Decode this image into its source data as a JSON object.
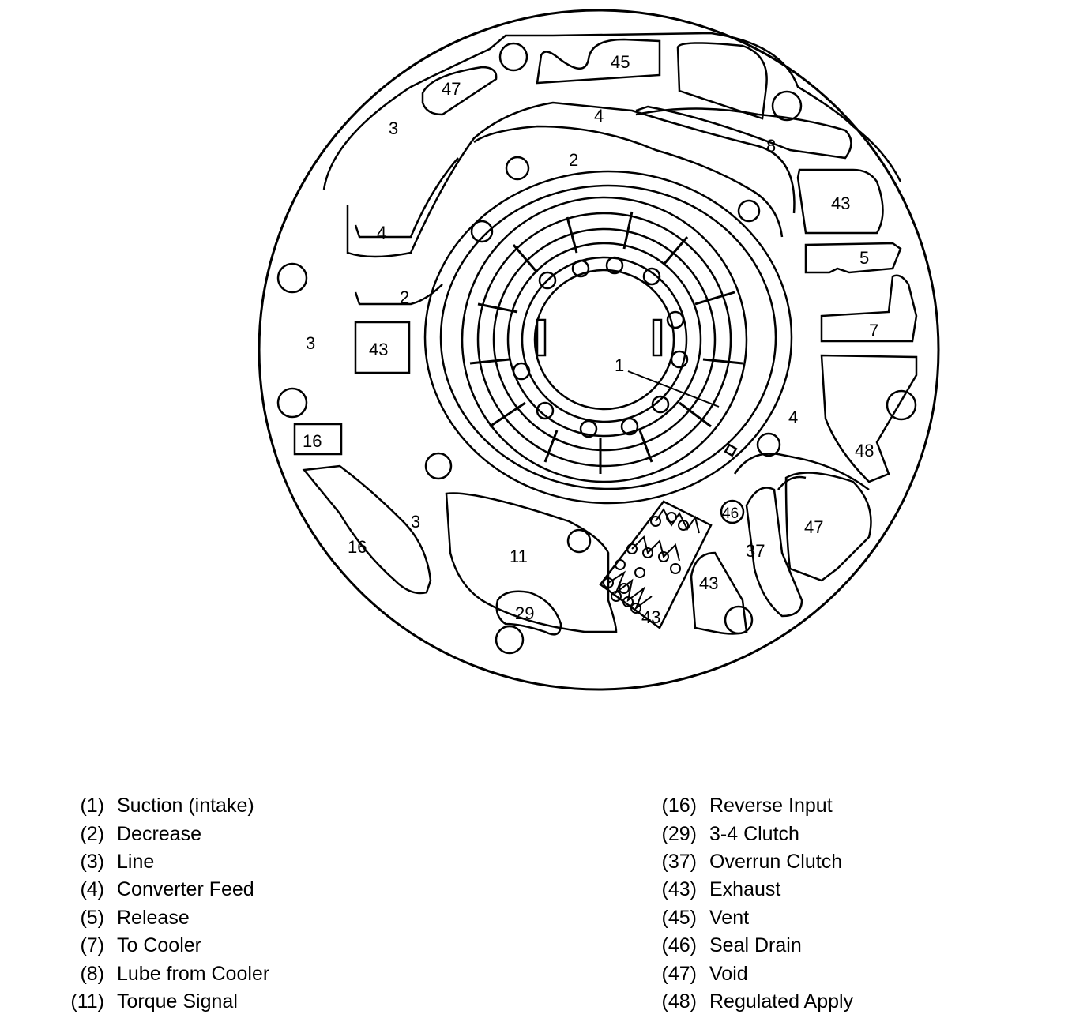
{
  "diagram": {
    "labels": {
      "l1": "1",
      "l2a": "2",
      "l2b": "2",
      "l3a": "3",
      "l3b": "3",
      "l3c": "3",
      "l4a": "4",
      "l4b": "4",
      "l4c": "4",
      "l5": "5",
      "l7": "7",
      "l8": "8",
      "l11": "11",
      "l16a": "16",
      "l16b": "16",
      "l29": "29",
      "l37": "37",
      "l43a": "43",
      "l43b": "43",
      "l43c": "43",
      "l43d": "43",
      "l45": "45",
      "l46": "46",
      "l47a": "47",
      "l47b": "47",
      "l48": "48"
    }
  },
  "legend": {
    "left": [
      {
        "num": "(1)",
        "text": "Suction (intake)"
      },
      {
        "num": "(2)",
        "text": "Decrease"
      },
      {
        "num": "(3)",
        "text": "Line"
      },
      {
        "num": "(4)",
        "text": "Converter Feed"
      },
      {
        "num": "(5)",
        "text": "Release"
      },
      {
        "num": "(7)",
        "text": "To Cooler"
      },
      {
        "num": "(8)",
        "text": "Lube from Cooler"
      },
      {
        "num": "(11)",
        "text": "Torque Signal"
      }
    ],
    "right": [
      {
        "num": "(16)",
        "text": "Reverse Input"
      },
      {
        "num": "(29)",
        "text": "3-4 Clutch"
      },
      {
        "num": "(37)",
        "text": "Overrun Clutch"
      },
      {
        "num": "(43)",
        "text": "Exhaust"
      },
      {
        "num": "(45)",
        "text": "Vent"
      },
      {
        "num": "(46)",
        "text": "Seal Drain"
      },
      {
        "num": "(47)",
        "text": "Void"
      },
      {
        "num": "(48)",
        "text": "Regulated Apply"
      }
    ]
  }
}
